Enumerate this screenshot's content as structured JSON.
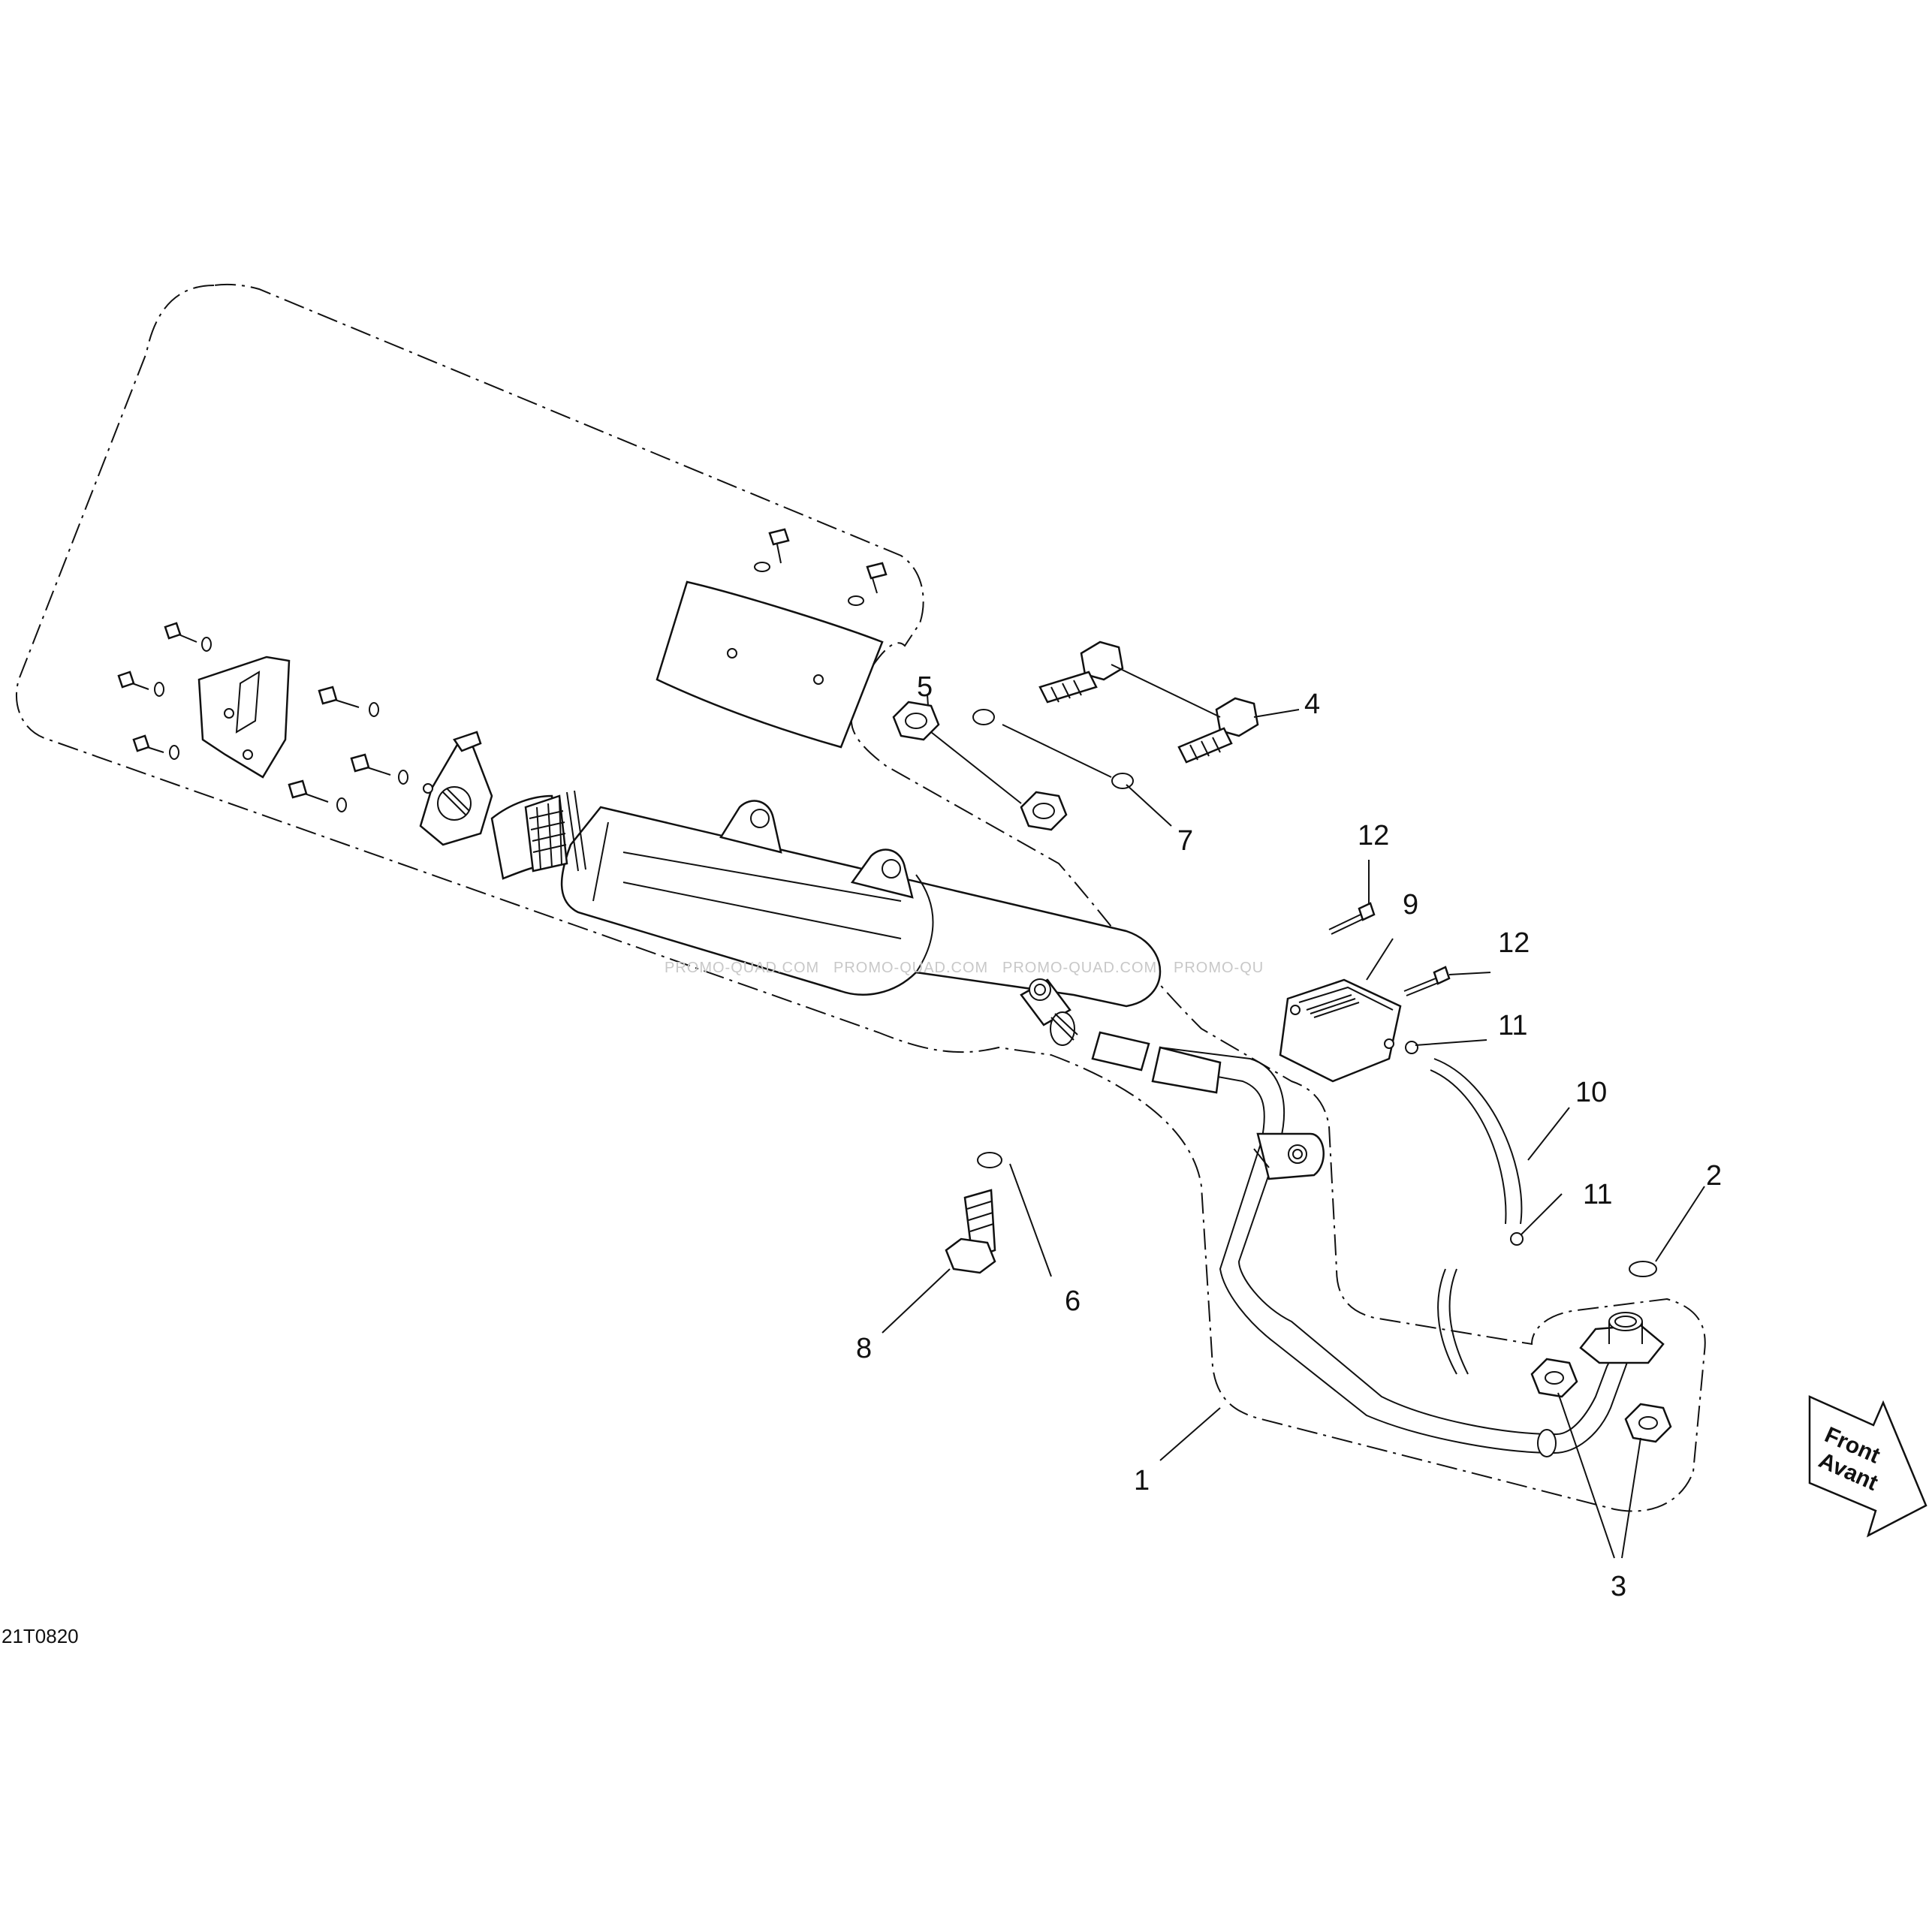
{
  "diagram": {
    "drawing_code": "21T0820",
    "watermark": "PROMO-QUAD.COM",
    "watermark_partial": "PROMO-QU",
    "front_label_en": "Front",
    "front_label_fr": "Avant"
  },
  "callouts": [
    {
      "id": "c1",
      "label": "1"
    },
    {
      "id": "c2",
      "label": "2"
    },
    {
      "id": "c3",
      "label": "3"
    },
    {
      "id": "c4",
      "label": "4"
    },
    {
      "id": "c5",
      "label": "5"
    },
    {
      "id": "c6",
      "label": "6"
    },
    {
      "id": "c7",
      "label": "7"
    },
    {
      "id": "c8",
      "label": "8"
    },
    {
      "id": "c9",
      "label": "9"
    },
    {
      "id": "c10",
      "label": "10"
    },
    {
      "id": "c11a",
      "label": "11"
    },
    {
      "id": "c11b",
      "label": "11"
    },
    {
      "id": "c12a",
      "label": "12"
    },
    {
      "id": "c12b",
      "label": "12"
    }
  ]
}
